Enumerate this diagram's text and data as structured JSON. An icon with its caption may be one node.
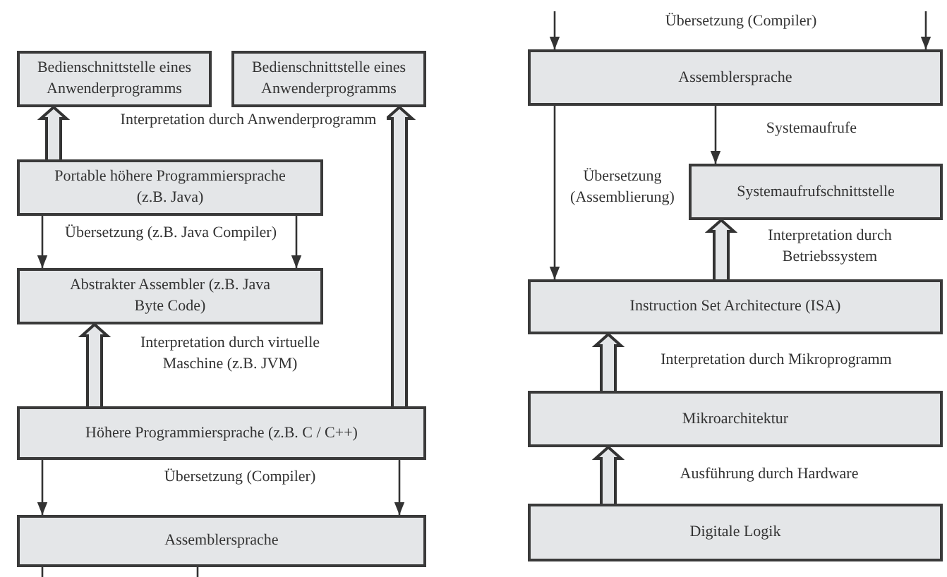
{
  "diagram": {
    "nodes": [
      {
        "text": [
          "Bedienschnittstelle eines Anwenderprogramms"
        ]
      },
      {
        "text": [
          "Bedienschnittstelle eines Anwenderprogramms"
        ]
      },
      {
        "text": [
          "Portable höhere Programmiersprache (z.B. Java)"
        ]
      },
      {
        "text": [
          "Abstrakter Assembler (z.B. Java Byte Code)"
        ]
      },
      {
        "text": [
          "Höhere Programmiersprache (z.B. C / C++)"
        ]
      },
      {
        "text": [
          "Assemblersprache"
        ]
      },
      {
        "text": [
          "Assemblersprache"
        ]
      },
      {
        "text": [
          "Systemaufrufschnittstelle"
        ]
      },
      {
        "text": [
          "Instruction Set Architecture (ISA)"
        ]
      },
      {
        "text": [
          "Mikroarchitektur"
        ]
      },
      {
        "text": [
          "Digitale Logik"
        ]
      }
    ],
    "edges": [
      {
        "from": 2,
        "to": 0,
        "arrow": "to",
        "style": "thick",
        "label": "Interpretation durch Anwenderprogramm"
      },
      {
        "from": 2,
        "to": 3,
        "arrow": "to",
        "label": "Übersetzung (z.B. Java Compiler)"
      },
      {
        "from": 2,
        "to": 3,
        "arrow": "to"
      },
      {
        "from": 4,
        "to": 3,
        "arrow": "to",
        "style": "thick",
        "label": "Interpretation durch virtuelle Maschine (z.B. JVM)"
      },
      {
        "from": 4,
        "to": 1,
        "arrow": "to",
        "style": "thick"
      },
      {
        "from": 4,
        "to": 5,
        "arrow": "to"
      },
      {
        "from": 4,
        "to": 5,
        "arrow": "to"
      },
      {
        "from": 5,
        "to": null,
        "arrow": "none"
      },
      {
        "from": 5,
        "to": null,
        "arrow": "none"
      },
      {
        "from": null,
        "to": 6,
        "arrow": "to"
      },
      {
        "from": null,
        "to": 6,
        "arrow": "to"
      },
      {
        "from": 6,
        "to": 7,
        "arrow": "to",
        "label": "Systemaufrufe"
      },
      {
        "from": 6,
        "to": 8,
        "arrow": "to",
        "label": "Übersetzung (Assemblierung)"
      },
      {
        "from": 8,
        "to": 7,
        "arrow": "to",
        "style": "thick",
        "label": "Interpretation durch Betriebssystem"
      },
      {
        "from": 9,
        "to": 8,
        "arrow": "to",
        "style": "thick",
        "label": "Interpretation durch Mikroprogramm"
      },
      {
        "from": 10,
        "to": 9,
        "arrow": "to",
        "style": "thick",
        "label": "Ausführung durch Hardware"
      }
    ],
    "labels": [
      "Übersetzung (Compiler)",
      "Übersetzung (Compiler)"
    ]
  }
}
